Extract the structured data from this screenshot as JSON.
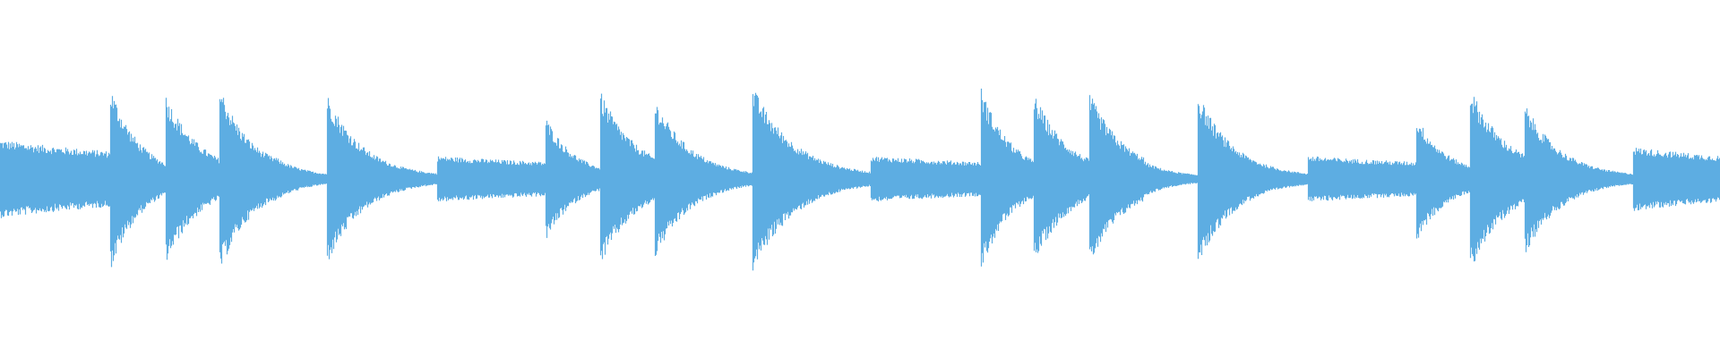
{
  "waveform": {
    "color": "#5DADE2",
    "background": "#ffffff",
    "duration_units": 1,
    "onsets": [
      {
        "t": 0.0,
        "peak": 0.22,
        "decay": 0.3,
        "tail": 0.08
      },
      {
        "t": 0.064,
        "peak": 0.52,
        "decay": 0.05,
        "tail": 0.01
      },
      {
        "t": 0.096,
        "peak": 0.48,
        "decay": 0.06,
        "tail": 0.01
      },
      {
        "t": 0.1275,
        "peak": 0.53,
        "decay": 0.05,
        "tail": 0.04
      },
      {
        "t": 0.159,
        "peak": 0.13,
        "decay": 0.05,
        "tail": 0.01
      },
      {
        "t": 0.19,
        "peak": 0.48,
        "decay": 0.06,
        "tail": 0.01
      },
      {
        "t": 0.254,
        "peak": 0.13,
        "decay": 0.28,
        "tail": 0.06
      },
      {
        "t": 0.317,
        "peak": 0.35,
        "decay": 0.05,
        "tail": 0.01
      },
      {
        "t": 0.3485,
        "peak": 0.5,
        "decay": 0.06,
        "tail": 0.02
      },
      {
        "t": 0.3805,
        "peak": 0.45,
        "decay": 0.06,
        "tail": 0.01
      },
      {
        "t": 0.4375,
        "peak": 0.52,
        "decay": 0.07,
        "tail": 0.01
      },
      {
        "t": 0.506,
        "peak": 0.13,
        "decay": 0.28,
        "tail": 0.06
      },
      {
        "t": 0.57,
        "peak": 0.52,
        "decay": 0.05,
        "tail": 0.02
      },
      {
        "t": 0.601,
        "peak": 0.48,
        "decay": 0.06,
        "tail": 0.01
      },
      {
        "t": 0.633,
        "peak": 0.49,
        "decay": 0.06,
        "tail": 0.02
      },
      {
        "t": 0.665,
        "peak": 0.1,
        "decay": 0.05,
        "tail": 0.01
      },
      {
        "t": 0.696,
        "peak": 0.49,
        "decay": 0.06,
        "tail": 0.01
      },
      {
        "t": 0.76,
        "peak": 0.13,
        "decay": 0.28,
        "tail": 0.06
      },
      {
        "t": 0.823,
        "peak": 0.36,
        "decay": 0.05,
        "tail": 0.02
      },
      {
        "t": 0.8545,
        "peak": 0.52,
        "decay": 0.06,
        "tail": 0.03
      },
      {
        "t": 0.886,
        "peak": 0.43,
        "decay": 0.06,
        "tail": 0.01
      },
      {
        "t": 0.949,
        "peak": 0.18,
        "decay": 0.28,
        "tail": 0.06
      }
    ]
  }
}
